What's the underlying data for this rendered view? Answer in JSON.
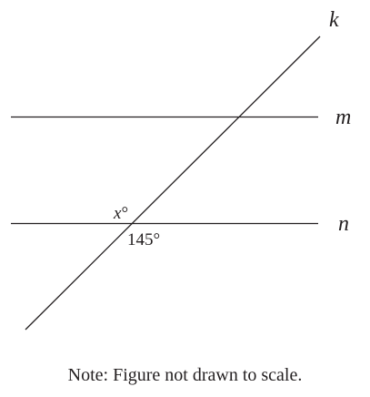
{
  "lines": {
    "transversal_label": "k",
    "top_parallel_label": "m",
    "bottom_parallel_label": "n"
  },
  "angles": {
    "unknown_variable": "x",
    "unknown_degree_symbol": "°",
    "known_angle_text": "145°"
  },
  "note": "Note: Figure not drawn to scale."
}
